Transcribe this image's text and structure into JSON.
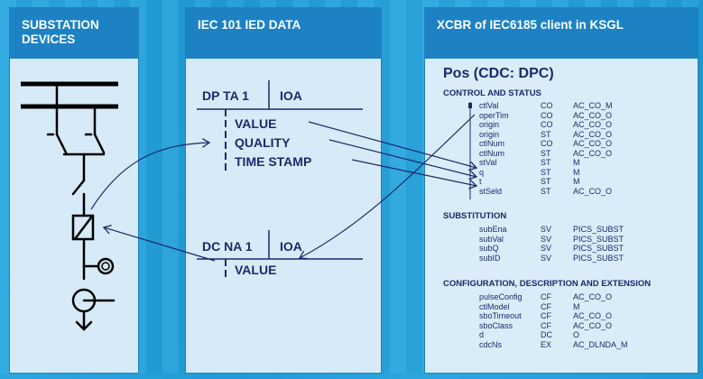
{
  "panels": {
    "substation": {
      "title_line1": "SUBSTATION",
      "title_line2": "DEVICES"
    },
    "iec101": {
      "title": "IEC 101 IED DATA"
    },
    "xcbr": {
      "title": "XCBR of IEC6185 client in KSGL"
    }
  },
  "iec101": {
    "dp_header": "DP TA 1",
    "dp_ioa": "IOA",
    "dp_items": [
      "VALUE",
      "QUALITY",
      "TIME STAMP"
    ],
    "dc_header": "DC NA 1",
    "dc_ioa": "IOA",
    "dc_items": [
      "VALUE"
    ]
  },
  "xcbr": {
    "pos_title": "Pos (CDC: DPC)",
    "control_title": "CONTROL AND STATUS",
    "control_rows": [
      [
        "ctlVal",
        "CO",
        "AC_CO_M"
      ],
      [
        "operTim",
        "CO",
        "AC_CO_O"
      ],
      [
        "origin",
        "CO",
        "AC_CO_O"
      ],
      [
        "origin",
        "ST",
        "AC_CO_O"
      ],
      [
        "ctlNum",
        "CO",
        "AC_CO_O"
      ],
      [
        "ctlNum",
        "ST",
        "AC_CO_O"
      ],
      [
        "stVal",
        "ST",
        "M"
      ],
      [
        "q",
        "ST",
        "M"
      ],
      [
        "t",
        "ST",
        "M"
      ],
      [
        "stSeld",
        "ST",
        "AC_CO_O"
      ]
    ],
    "subst_title": "SUBSTITUTION",
    "subst_rows": [
      [
        "subEna",
        "SV",
        "PICS_SUBST"
      ],
      [
        "subVal",
        "SV",
        "PICS_SUBST"
      ],
      [
        "subQ",
        "SV",
        "PICS_SUBST"
      ],
      [
        "subID",
        "SV",
        "PICS_SUBST"
      ]
    ],
    "config_title": "CONFIGURATION, DESCRIPTION AND EXTENSION",
    "config_rows": [
      [
        "pulseConfig",
        "CF",
        "AC_CO_O"
      ],
      [
        "ctlModel",
        "CF",
        "M"
      ],
      [
        "sboTimeout",
        "CF",
        "AC_CO_O"
      ],
      [
        "sboClass",
        "CF",
        "AC_CO_O"
      ],
      [
        "d",
        "DC",
        "O"
      ],
      [
        "cdcNs",
        "EX",
        "AC_DLNDA_M"
      ]
    ]
  },
  "colors": {
    "navy": "#1b2a6b",
    "header_blue": "#1c82c4",
    "panel_bg": "#d7eaf7"
  }
}
